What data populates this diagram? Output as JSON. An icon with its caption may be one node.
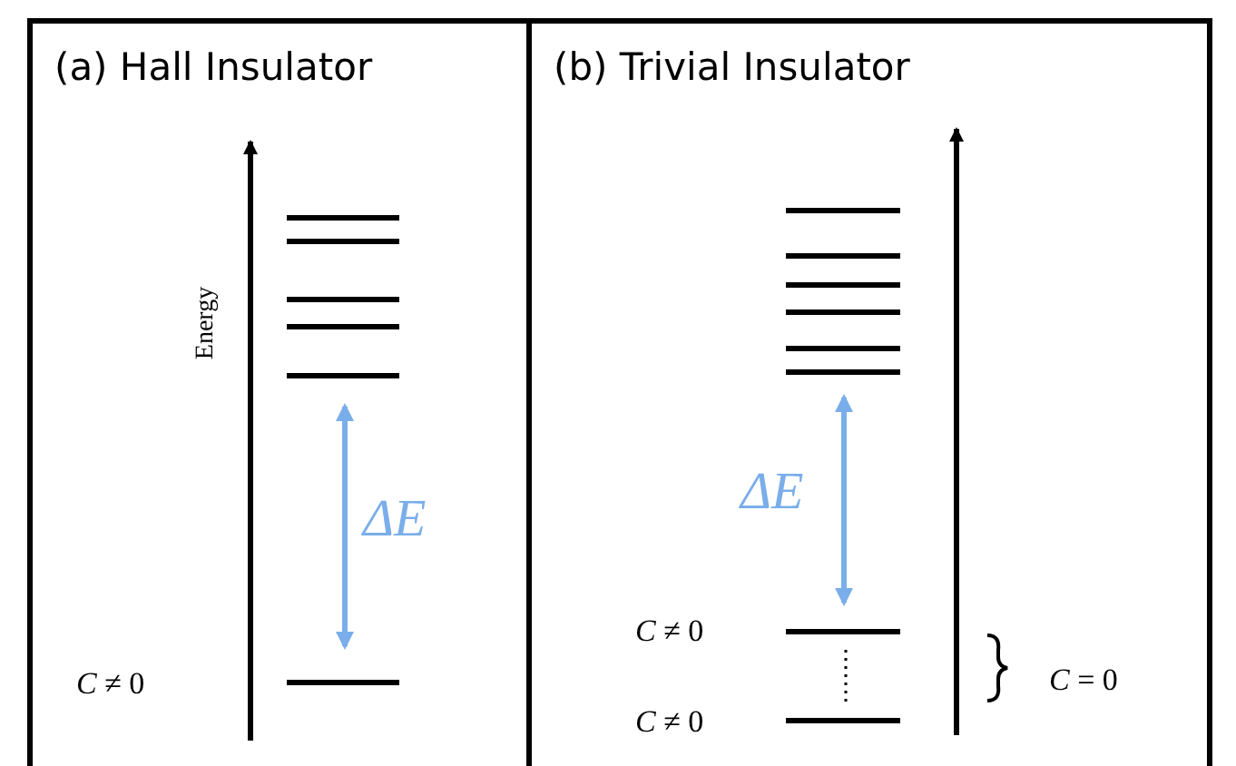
{
  "diagram": {
    "nodes": [
      {
        "text": [
          "(a) Hall Insulator"
        ]
      },
      {
        "text": [
          "(b) Trivial Insulator"
        ]
      }
    ],
    "labels": [
      "Energy",
      "ΔE",
      "*C* ≠ 0",
      "ΔE",
      "*C* ≠ 0",
      "*C* ≠ 0",
      "*C* = 0"
    ]
  }
}
